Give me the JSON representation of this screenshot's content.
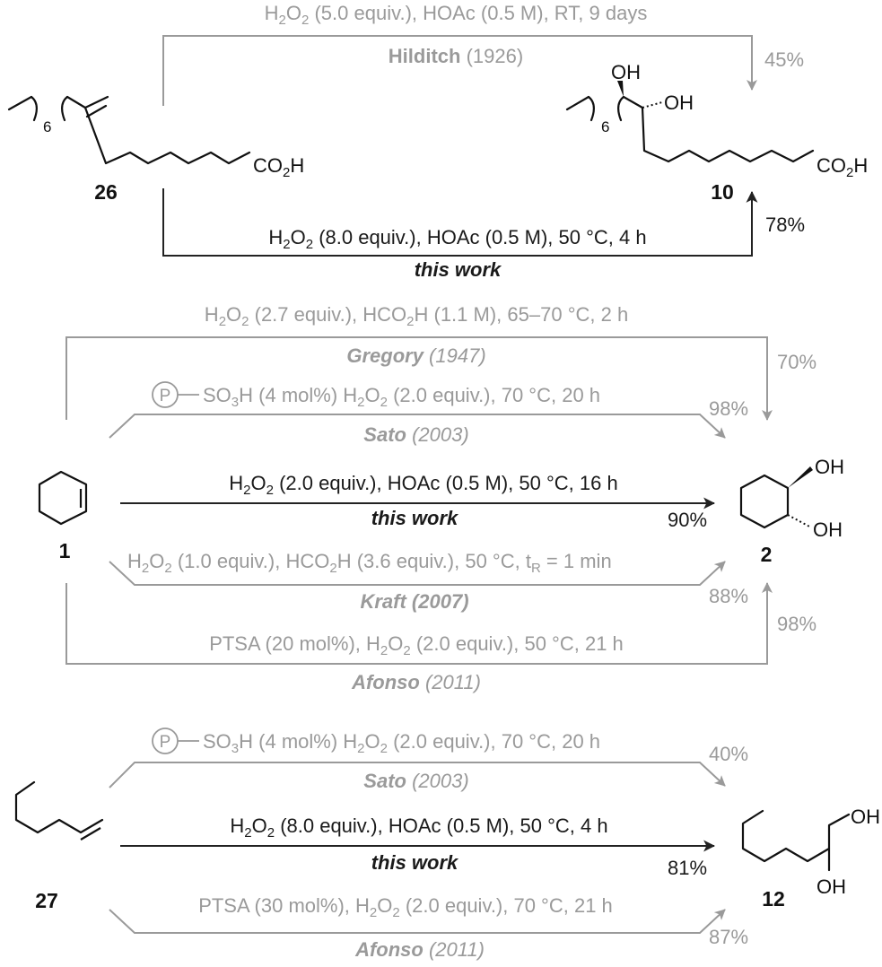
{
  "reaction1": {
    "top": {
      "conditions": [
        "H",
        "2",
        "O",
        "2",
        " (5.0 equiv.), HOAc (0.5 M), RT, 9 days"
      ],
      "author": "Hilditch",
      "year": " (1926)",
      "yield": "45%"
    },
    "bottom": {
      "conditions": [
        "H",
        "2",
        "O",
        "2",
        " (8.0 equiv.), HOAc (0.5 M),  50 °C, 4 h"
      ],
      "label": "this work",
      "yield": "78%"
    },
    "reactant": {
      "label": "26",
      "index": "6",
      "acid": [
        "CO",
        "2",
        "H"
      ]
    },
    "product": {
      "label": "10",
      "index": "6",
      "oh1": "OH",
      "oh2": "OH",
      "acid": [
        "CO",
        "2",
        "H"
      ]
    }
  },
  "reaction2": {
    "gregory": {
      "conditions": [
        "H",
        "2",
        "O",
        "2",
        " (2.7 equiv.), HCO",
        "2",
        "H (1.1 M), 65–70 °C, 2 h"
      ],
      "author": "Gregory",
      "year": " (1947)",
      "yield": "70%"
    },
    "sato": {
      "p": "P",
      "conditions": [
        "SO",
        "3",
        "H (4 mol%)  H",
        "2",
        "O",
        "2",
        " (2.0 equiv.), 70 °C, 20 h"
      ],
      "author": "Sato",
      "year": " (2003)",
      "yield": "98%"
    },
    "thiswork": {
      "conditions": [
        "H",
        "2",
        "O",
        "2",
        " (2.0 equiv.), HOAc (0.5 M),  50 °C, 16 h"
      ],
      "label": "this work",
      "yield": "90%"
    },
    "kraft": {
      "conditions": [
        "H",
        "2",
        "O",
        "2",
        " (1.0 equiv.), HCO",
        "2",
        "H (3.6 equiv.),  50 °C, t",
        "R",
        " = 1 min"
      ],
      "author": "Kraft",
      "year": " (2007)",
      "yield": "88%"
    },
    "afonso": {
      "conditions": [
        "PTSA (20 mol%), H",
        "2",
        "O",
        "2",
        " (2.0 equiv.), 50 °C, 21 h"
      ],
      "author": "Afonso",
      "year": " (2011)",
      "yield": "98%"
    },
    "reactant": {
      "label": "1"
    },
    "product": {
      "label": "2",
      "oh1": "OH",
      "oh2": "OH"
    }
  },
  "reaction3": {
    "sato": {
      "p": "P",
      "conditions": [
        "SO",
        "3",
        "H (4 mol%)  H",
        "2",
        "O",
        "2",
        " (2.0 equiv.), 70 °C, 20 h"
      ],
      "author": "Sato",
      "year": " (2003)",
      "yield": "40%"
    },
    "thiswork": {
      "conditions": [
        "H",
        "2",
        "O",
        "2",
        " (8.0 equiv.), HOAc (0.5 M),  50 °C, 4 h"
      ],
      "label": "this work",
      "yield": "81%"
    },
    "afonso": {
      "conditions": [
        "PTSA (30 mol%), H",
        "2",
        "O",
        "2",
        " (2.0 equiv.), 70 °C, 21 h"
      ],
      "author": "Afonso",
      "year": " (2011)",
      "yield": "87%"
    },
    "reactant": {
      "label": "27"
    },
    "product": {
      "label": "12",
      "oh1": "OH",
      "oh2": "OH"
    }
  }
}
